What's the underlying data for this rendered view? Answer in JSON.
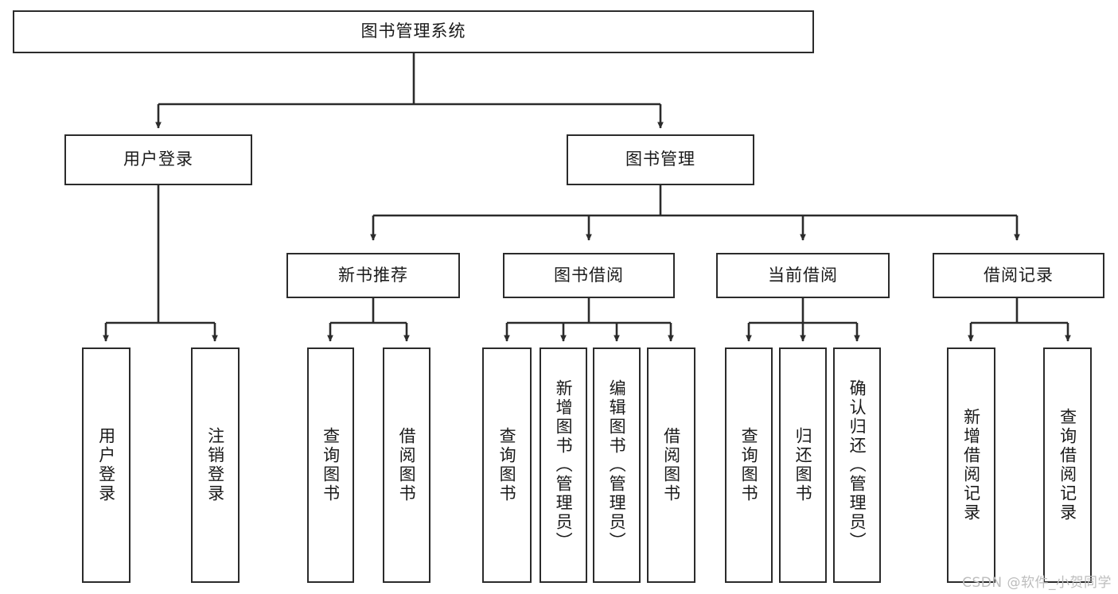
{
  "diagram": {
    "title": "图书管理系统",
    "type": "tree",
    "root": {
      "id": "root",
      "label": "图书管理系统",
      "orientation": "horizontal"
    },
    "level2": [
      {
        "id": "user-login",
        "label": "用户登录",
        "orientation": "horizontal"
      },
      {
        "id": "book-manage",
        "label": "图书管理",
        "orientation": "horizontal"
      }
    ],
    "level3": [
      {
        "id": "new-book-recommend",
        "label": "新书推荐",
        "orientation": "horizontal",
        "parent": "book-manage"
      },
      {
        "id": "book-borrow",
        "label": "图书借阅",
        "orientation": "horizontal",
        "parent": "book-manage"
      },
      {
        "id": "current-borrow",
        "label": "当前借阅",
        "orientation": "horizontal",
        "parent": "book-manage"
      },
      {
        "id": "borrow-record",
        "label": "借阅记录",
        "orientation": "horizontal",
        "parent": "book-manage"
      }
    ],
    "leaves": [
      {
        "id": "leaf-user-login",
        "label": "用户登录",
        "parent": "user-login",
        "orientation": "vertical"
      },
      {
        "id": "leaf-user-logout",
        "label": "注销登录",
        "parent": "user-login",
        "orientation": "vertical"
      },
      {
        "id": "leaf-query-book-1",
        "label": "查询图书",
        "parent": "new-book-recommend",
        "orientation": "vertical"
      },
      {
        "id": "leaf-borrow-book-1",
        "label": "借阅图书",
        "parent": "new-book-recommend",
        "orientation": "vertical"
      },
      {
        "id": "leaf-query-book-2",
        "label": "查询图书",
        "parent": "book-borrow",
        "orientation": "vertical"
      },
      {
        "id": "leaf-add-book",
        "label": "新增图书（管理员）",
        "parent": "book-borrow",
        "orientation": "vertical"
      },
      {
        "id": "leaf-edit-book",
        "label": "编辑图书（管理员）",
        "parent": "book-borrow",
        "orientation": "vertical"
      },
      {
        "id": "leaf-borrow-book-2",
        "label": "借阅图书",
        "parent": "book-borrow",
        "orientation": "vertical"
      },
      {
        "id": "leaf-query-book-3",
        "label": "查询图书",
        "parent": "current-borrow",
        "orientation": "vertical"
      },
      {
        "id": "leaf-return-book",
        "label": "归还图书",
        "parent": "current-borrow",
        "orientation": "vertical"
      },
      {
        "id": "leaf-confirm-return",
        "label": "确认归还（管理员）",
        "parent": "current-borrow",
        "orientation": "vertical"
      },
      {
        "id": "leaf-add-record",
        "label": "新增借阅记录",
        "parent": "borrow-record",
        "orientation": "vertical"
      },
      {
        "id": "leaf-query-record",
        "label": "查询借阅记录",
        "parent": "borrow-record",
        "orientation": "vertical"
      }
    ],
    "colors": {
      "stroke": "#2b2b2b",
      "fill": "#ffffff",
      "text": "#1a1a1a",
      "watermark": "#bdbdbd"
    }
  },
  "watermark": {
    "text": "CSDN @软件_小贺同学"
  }
}
